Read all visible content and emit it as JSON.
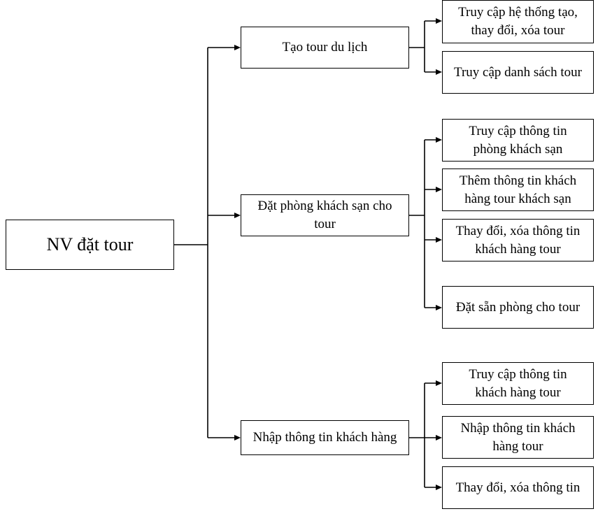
{
  "diagram": {
    "root": {
      "label": "NV đặt tour"
    },
    "branches": [
      {
        "label": "Tạo tour du lịch",
        "children": [
          "Truy cập hệ thống tạo,\nthay đổi, xóa tour",
          "Truy cập danh sách tour"
        ]
      },
      {
        "label": "Đặt phòng khách sạn cho\ntour",
        "children": [
          "Truy cập thông tin\nphòng khách sạn",
          "Thêm thông tin khách\nhàng tour khách sạn",
          "Thay đổi, xóa thông tin\nkhách hàng tour",
          "Đặt sẵn phòng cho tour"
        ]
      },
      {
        "label": "Nhập thông tin khách hàng",
        "children": [
          "Truy cập thông tin\nkhách hàng tour",
          "Nhập thông tin khách\nhàng tour",
          "Thay đổi, xóa thông tin"
        ]
      }
    ]
  },
  "colors": {
    "stroke": "#000000",
    "background": "#ffffff"
  }
}
